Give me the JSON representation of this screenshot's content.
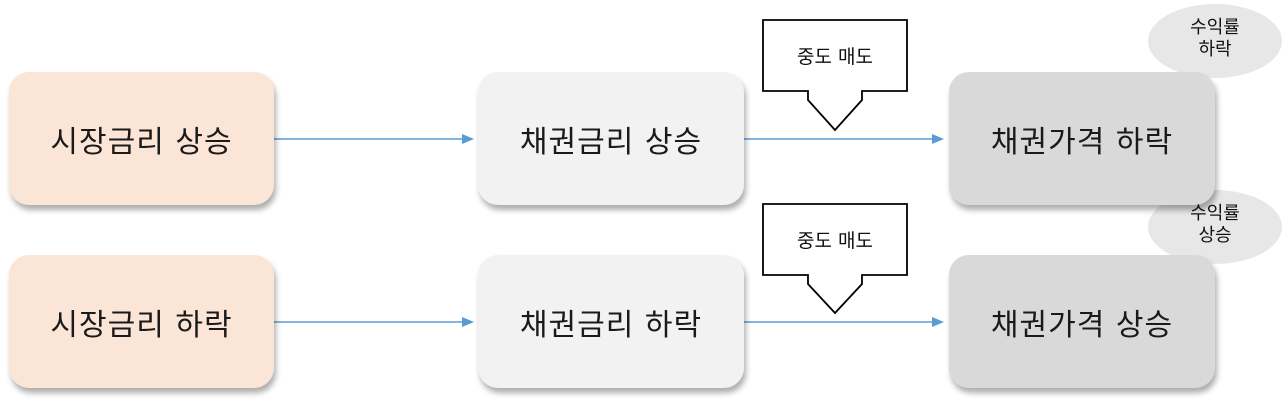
{
  "rows": [
    {
      "market": "시장금리 상승",
      "bond_rate": "채권금리 상승",
      "bond_price": "채권가격 하락",
      "callout": "중도 매도",
      "bubble_line1": "수익률",
      "bubble_line2": "하락"
    },
    {
      "market": "시장금리 하락",
      "bond_rate": "채권금리 하락",
      "bond_price": "채권가격 상승",
      "callout": "중도 매도",
      "bubble_line1": "수익률",
      "bubble_line2": "상승"
    }
  ],
  "colors": {
    "market_box": "#fbe5d6",
    "rate_box": "#f2f2f2",
    "price_box": "#d9d9d9",
    "arrow": "#5b9bd5",
    "bubble": "#e7e7e7"
  }
}
